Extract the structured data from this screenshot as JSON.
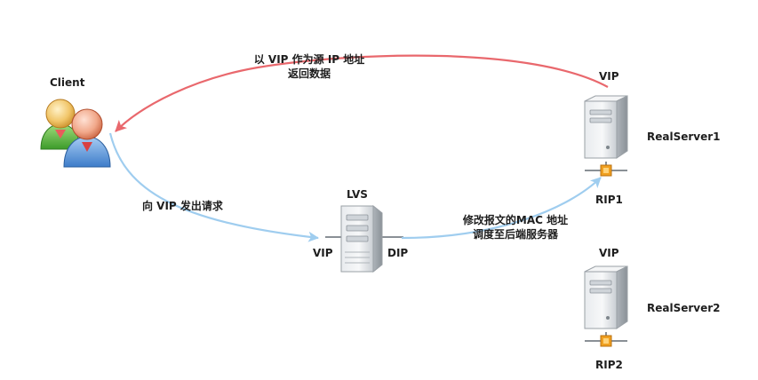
{
  "client": {
    "label": "Client"
  },
  "lvs": {
    "label": "LVS",
    "vip_label": "VIP",
    "dip_label": "DIP"
  },
  "servers": [
    {
      "name": "RealServer1",
      "vip_label": "VIP",
      "rip_label": "RIP1"
    },
    {
      "name": "RealServer2",
      "vip_label": "VIP",
      "rip_label": "RIP2"
    }
  ],
  "annotations": {
    "request": "向 VIP 发出请求",
    "forward": [
      "修改报文的MAC 地址",
      "调度至后端服务器"
    ],
    "response": [
      "以 VIP 作为源 IP 地址",
      "返回数据"
    ]
  },
  "colors": {
    "request_arrow": "#9fcdef",
    "response_arrow": "#e9686d",
    "server_port": "#f0a020"
  }
}
